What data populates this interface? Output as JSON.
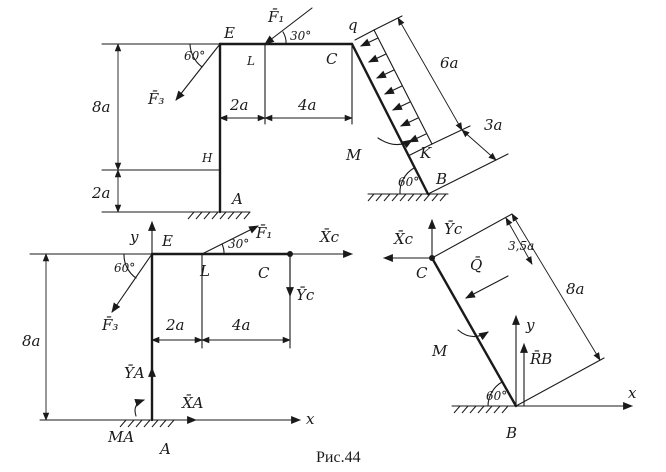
{
  "caption": "Рис.44",
  "top_left": {
    "points": {
      "E": "E",
      "L": "L",
      "C": "C",
      "H": "H",
      "A": "A"
    },
    "forces": {
      "F1": "F̄₁",
      "F3": "F̄₃"
    },
    "angles": {
      "a1": "60°",
      "a2": "30°"
    },
    "dims": {
      "d1": "8a",
      "d2": "2a",
      "d3": "2a",
      "d4": "4a"
    }
  },
  "top_right": {
    "points": {
      "q": "q",
      "M": "M",
      "K": "K",
      "B": "B"
    },
    "angles": {
      "a1": "60°"
    },
    "dims": {
      "d1": "6a",
      "d2": "3a"
    }
  },
  "bottom_left": {
    "points": {
      "E": "E",
      "L": "L",
      "C": "C",
      "A": "A"
    },
    "forces": {
      "F1": "F̄₁",
      "F3": "F̄₃",
      "XC": "X̄c",
      "YC": "Ȳc",
      "XA": "X̄A",
      "YA": "ȲA",
      "MA": "MA"
    },
    "axes": {
      "x": "x",
      "y": "y"
    },
    "angles": {
      "a1": "60°",
      "a2": "30°"
    },
    "dims": {
      "d1": "8a",
      "d2": "2a",
      "d3": "4a"
    }
  },
  "bottom_right": {
    "points": {
      "C": "C",
      "B": "B",
      "M": "M"
    },
    "forces": {
      "XC": "X̄c",
      "YC": "Ȳc",
      "Q": "Q̄",
      "RB": "R̄B"
    },
    "axes": {
      "x": "x",
      "y": "y"
    },
    "angles": {
      "a1": "60°"
    },
    "dims": {
      "d1": "3,5a",
      "d2": "8a"
    }
  }
}
